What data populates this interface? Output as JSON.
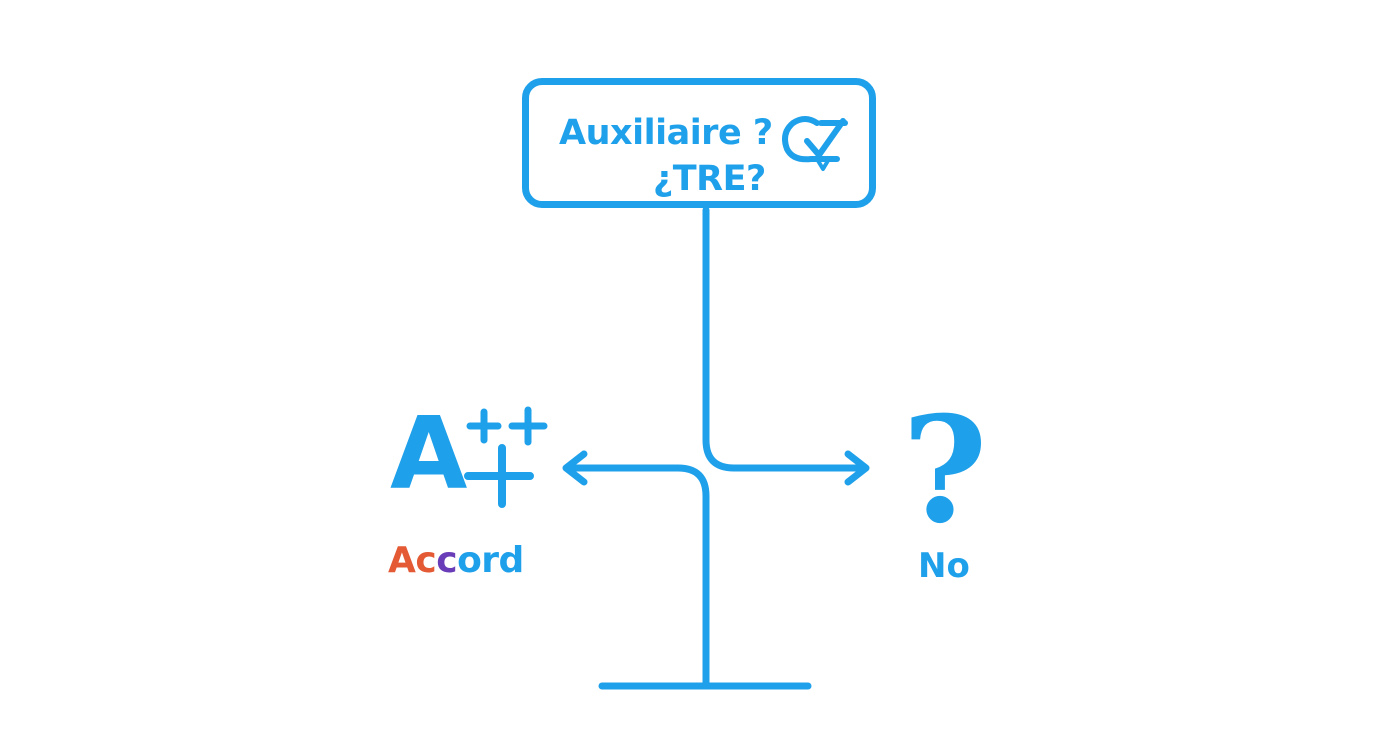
{
  "question_box": {
    "line1": "Auxiliaire ?",
    "line2": "¿TRE?",
    "icon": "check-badge-icon"
  },
  "left_branch": {
    "icon": "a-plus-plus-icon",
    "icon_letter": "A",
    "label_parts": [
      "A",
      "c",
      "c",
      "ord"
    ]
  },
  "right_branch": {
    "icon": "question-mark-icon",
    "icon_glyph": "?",
    "label": "No"
  },
  "colors": {
    "primary": "#1fa0ea",
    "accent_red": "#e35a35",
    "accent_purple": "#6a3db8",
    "background": "#ffffff"
  }
}
